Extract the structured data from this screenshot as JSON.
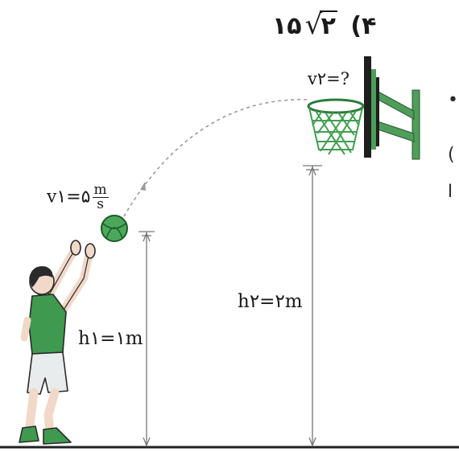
{
  "answer_option": {
    "coefficient": "۱۵",
    "radicand": "۲",
    "option_number": "(۴"
  },
  "labels": {
    "v2": "v۲=?",
    "v1_prefix": "v۱=۵",
    "v1_unit_num": "m",
    "v1_unit_den": "s",
    "h1": "h۱=۱m",
    "h2": "h۲=۲m"
  },
  "edge_marks": [
    "•",
    "(",
    "ا"
  ],
  "colors": {
    "jersey": "#3f9a4f",
    "ball": "#4aa85a",
    "net": "#3fa04f",
    "backboard": "#1e1e1e",
    "support": "#4e9e5a",
    "trajectory": "#9a9a9a",
    "ground": "#222222",
    "skin": "#f2d8c8",
    "shorts": "#e9ecec"
  }
}
